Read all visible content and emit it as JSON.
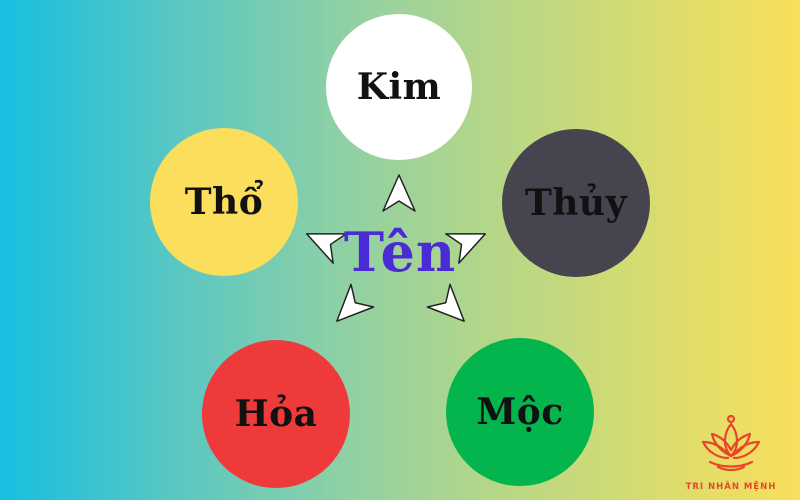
{
  "center": {
    "label": "Tên",
    "color": "#4b2bd6"
  },
  "elements": {
    "kim": {
      "label": "Kim",
      "color": "#ffffff",
      "text_color": "#111111"
    },
    "thuy": {
      "label": "Thủy",
      "color": "#45444f",
      "text_color": "#111111"
    },
    "moc": {
      "label": "Mộc",
      "color": "#04b44c",
      "text_color": "#111111"
    },
    "hoa": {
      "label": "Hỏa",
      "color": "#ee3a3a",
      "text_color": "#111111"
    },
    "tho": {
      "label": "Thổ",
      "color": "#fade5c",
      "text_color": "#111111"
    }
  },
  "arrows": {
    "count": 5,
    "fill": "#ffffff",
    "stroke": "#222222",
    "icon": "arrowhead-icon"
  },
  "logo": {
    "text": "TRI NHÂN MỆNH",
    "icon": "lotus-icon",
    "color": "#e8452a"
  }
}
